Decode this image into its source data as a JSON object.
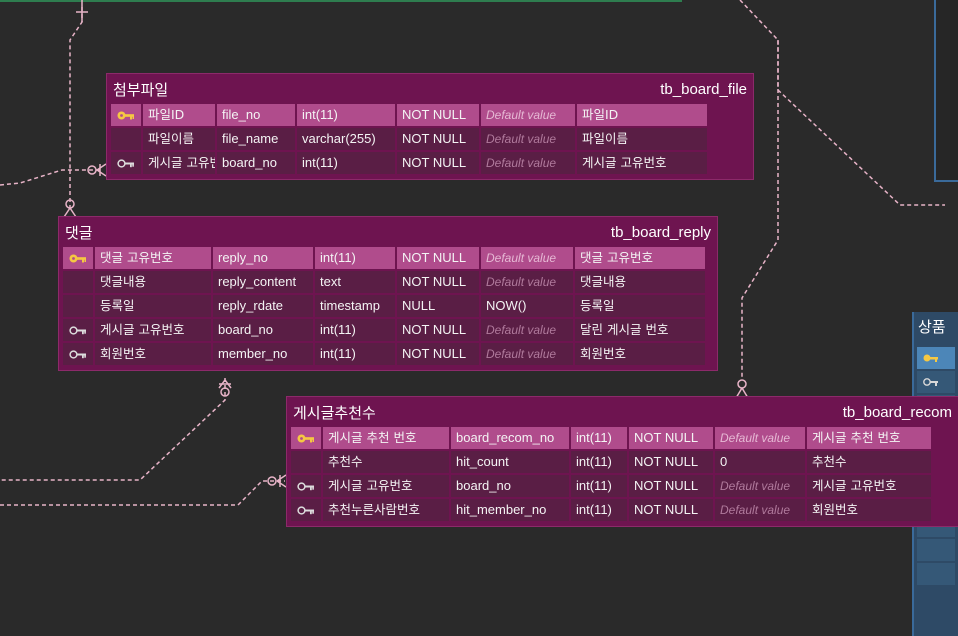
{
  "colors": {
    "background": "#2a2a2a",
    "table_bg": "#6e1450",
    "row_bg": "#5a1e45",
    "pk_row_bg": "#b04c8c",
    "connector": "#e8b4c8",
    "right_panel": "#3a6a9a",
    "top_green_line": "#2e7d4f"
  },
  "tables": {
    "file": {
      "title": "첨부파일",
      "name": "tb_board_file",
      "rows": [
        {
          "key": "primary-key-icon",
          "label": "파일ID",
          "column": "file_no",
          "type": "int(11)",
          "null": "NOT NULL",
          "default": "Default value",
          "comment": "파일ID"
        },
        {
          "key": "",
          "label": "파일이름",
          "column": "file_name",
          "type": "varchar(255)",
          "null": "NOT NULL",
          "default": "Default value",
          "comment": "파일이름"
        },
        {
          "key": "foreign-key-icon",
          "label": "게시글 고유번호",
          "column": "board_no",
          "type": "int(11)",
          "null": "NOT NULL",
          "default": "Default value",
          "comment": "게시글 고유번호"
        }
      ]
    },
    "reply": {
      "title": "댓글",
      "name": "tb_board_reply",
      "rows": [
        {
          "key": "primary-key-icon",
          "label": "댓글 고유번호",
          "column": "reply_no",
          "type": "int(11)",
          "null": "NOT NULL",
          "default": "Default value",
          "comment": "댓글 고유번호"
        },
        {
          "key": "",
          "label": "댓글내용",
          "column": "reply_content",
          "type": "text",
          "null": "NOT NULL",
          "default": "Default value",
          "comment": "댓글내용"
        },
        {
          "key": "",
          "label": "등록일",
          "column": "reply_rdate",
          "type": "timestamp",
          "null": "NULL",
          "default": "NOW()",
          "comment": "등록일"
        },
        {
          "key": "foreign-key-icon",
          "label": "게시글 고유번호",
          "column": "board_no",
          "type": "int(11)",
          "null": "NOT NULL",
          "default": "Default value",
          "comment": "달린 게시글 번호"
        },
        {
          "key": "foreign-key-icon",
          "label": "회원번호",
          "column": "member_no",
          "type": "int(11)",
          "null": "NOT NULL",
          "default": "Default value",
          "comment": "회원번호"
        }
      ]
    },
    "recom": {
      "title": "게시글추천수",
      "name": "tb_board_recom",
      "rows": [
        {
          "key": "primary-key-icon",
          "label": "게시글 추천 번호",
          "column": "board_recom_no",
          "type": "int(11)",
          "null": "NOT NULL",
          "default": "Default value",
          "comment": "게시글 추천 번호"
        },
        {
          "key": "",
          "label": "추천수",
          "column": "hit_count",
          "type": "int(11)",
          "null": "NOT NULL",
          "default": "0",
          "comment": "추천수"
        },
        {
          "key": "foreign-key-icon",
          "label": "게시글 고유번호",
          "column": "board_no",
          "type": "int(11)",
          "null": "NOT NULL",
          "default": "Default value",
          "comment": "게시글 고유번호"
        },
        {
          "key": "foreign-key-icon",
          "label": "추천누른사람번호",
          "column": "hit_member_no",
          "type": "int(11)",
          "null": "NOT NULL",
          "default": "Default value",
          "comment": "회원번호"
        }
      ]
    }
  },
  "partial_table": {
    "title": "상품"
  }
}
